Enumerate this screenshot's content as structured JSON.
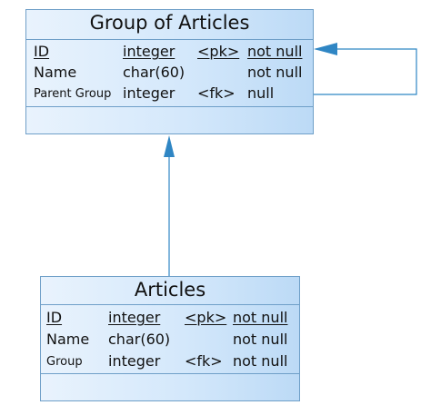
{
  "entities": [
    {
      "title": "Group of Articles",
      "rows": [
        {
          "name": "ID",
          "type": "integer",
          "key": "<pk>",
          "nullability": "not null",
          "underline": true,
          "small_name": false
        },
        {
          "name": "Name",
          "type": "char(60)",
          "key": "",
          "nullability": "not null",
          "underline": false,
          "small_name": false
        },
        {
          "name": "Parent Group",
          "type": "integer",
          "key": "<fk>",
          "nullability": "null",
          "underline": false,
          "small_name": true
        }
      ]
    },
    {
      "title": "Articles",
      "rows": [
        {
          "name": "ID",
          "type": "integer",
          "key": "<pk>",
          "nullability": "not null",
          "underline": true,
          "small_name": false
        },
        {
          "name": "Name",
          "type": "char(60)",
          "key": "",
          "nullability": "not null",
          "underline": false,
          "small_name": false
        },
        {
          "name": "Group",
          "type": "integer",
          "key": "<fk>",
          "nullability": "not null",
          "underline": false,
          "small_name": true
        }
      ]
    }
  ],
  "colors": {
    "line": "#2f86c4",
    "border": "#6f9fc8",
    "fill_light": "#e9f3fd",
    "fill_dark": "#bcdaf6"
  }
}
